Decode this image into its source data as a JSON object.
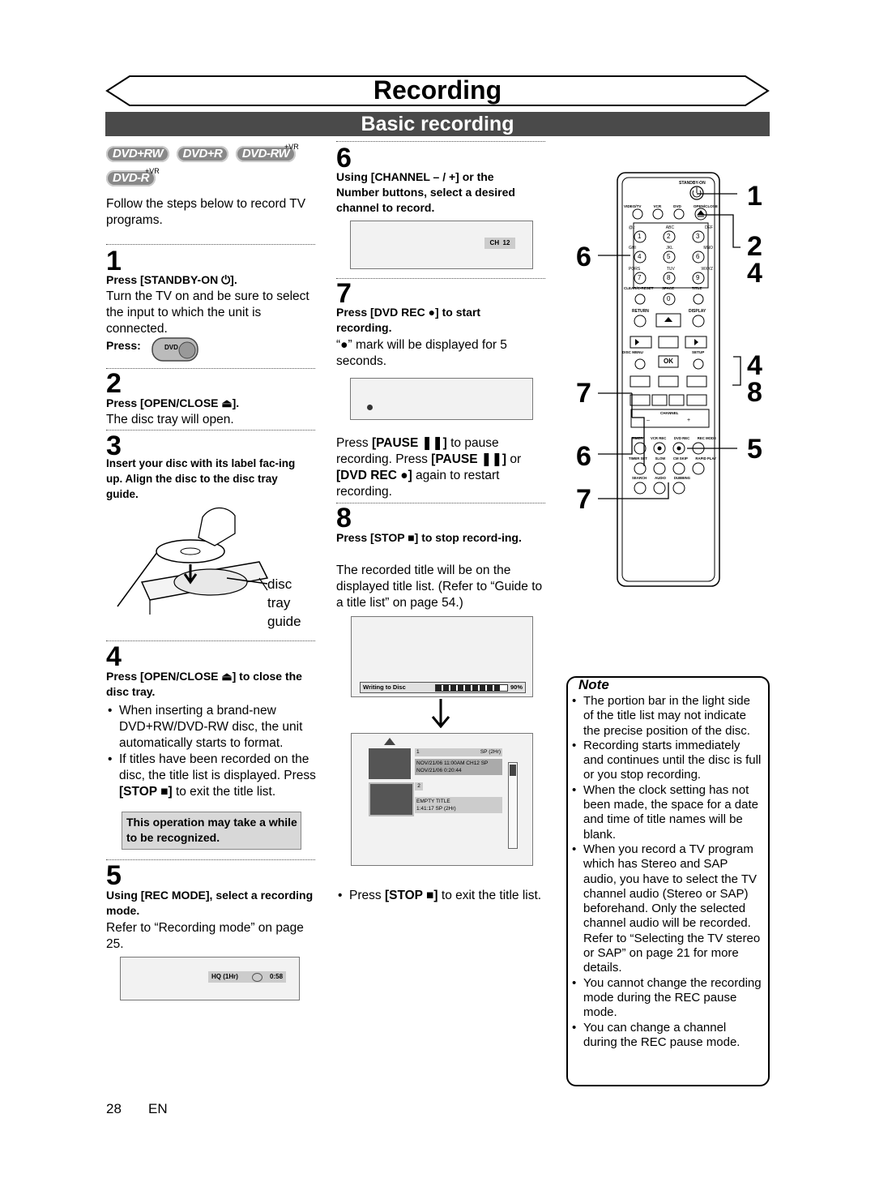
{
  "header": {
    "title": "Recording",
    "subtitle": "Basic recording"
  },
  "disc_badges": [
    "DVD+RW",
    "DVD+R",
    "DVD-RW",
    "DVD-R"
  ],
  "disc_badge_marks": [
    "+VR",
    "+VR"
  ],
  "intro": "Follow the steps below to record TV programs.",
  "steps": {
    "s1": {
      "num": "1",
      "heading": "Press [STANDBY-ON ⏻].",
      "body": "Turn the TV on and be sure to select the input to which the unit is connected.",
      "press_label": "Press:",
      "press_icon_text": "DVD"
    },
    "s2": {
      "num": "2",
      "heading": "Press [OPEN/CLOSE ⏏].",
      "body": "The disc tray will open."
    },
    "s3": {
      "num": "3",
      "heading": "Insert your disc with its label fac-ing up. Align the disc to the disc tray guide.",
      "label_line1": "disc",
      "label_line2": "tray",
      "label_line3": "guide"
    },
    "s4": {
      "num": "4",
      "heading": "Press [OPEN/CLOSE ⏏] to close the disc tray.",
      "bullet1": "When inserting a brand-new DVD+RW/DVD-RW disc, the unit automatically starts to format.",
      "bullet2_a": "If titles have been recorded on the disc, the title list is displayed. Press ",
      "bullet2_b": "[STOP ■]",
      "bullet2_c": " to exit the title list.",
      "box": "This operation may take a while to be recognized."
    },
    "s5": {
      "num": "5",
      "heading": "Using [REC MODE], select a recording mode.",
      "body": "Refer to “Recording mode” on page 25.",
      "osd_mode": "HQ (1Hr)",
      "osd_time": "0:58"
    },
    "s6": {
      "num": "6",
      "heading": "Using [CHANNEL – / +] or the Number buttons, select a desired channel to record.",
      "osd": "CH  12"
    },
    "s7": {
      "num": "7",
      "heading": "Press [DVD REC ●] to start recording.",
      "body": "“●” mark will be displayed for 5 seconds.",
      "pause_a": "Press ",
      "pause_b": "[PAUSE ❚❚]",
      "pause_c": " to pause recording. Press ",
      "pause_d": "[PAUSE ❚❚]",
      "pause_e": " or ",
      "pause_f": "[DVD REC ●]",
      "pause_g": " again to restart recording."
    },
    "s8": {
      "num": "8",
      "heading": "Press [STOP ■] to stop record-ing.",
      "body": "The recorded title will be on the displayed title list. (Refer to “Guide to a title list” on page 54.)",
      "writing_label": "Writing to Disc",
      "writing_pct": "90%",
      "writing_progress": 0.9,
      "stop_a": "Press ",
      "stop_b": "[STOP ■]",
      "stop_c": " to exit the title list."
    }
  },
  "title_list": {
    "t1_num": "1",
    "t1_mode": "SP (2Hr)",
    "t1_line1": "NOV/21/06  11:00AM CH12  SP",
    "t1_line2": "NOV/21/06    0:20:44",
    "t2_num": "2",
    "t2_line1": "EMPTY TITLE",
    "t2_line2": "1:41:17    SP (2Hr)"
  },
  "remote": {
    "standby": "STANDBY-ON",
    "row1": [
      "VIDEO/TV",
      "VCR",
      "DVD",
      "OPEN/CLOSE"
    ],
    "letters1": [
      "@/:",
      "ABC",
      "DEF"
    ],
    "letters2": [
      "GHI",
      "JKL",
      "MNO"
    ],
    "letters3": [
      "PQRS",
      "TUV",
      "WXYZ"
    ],
    "digits": [
      "1",
      "2",
      "3",
      "4",
      "5",
      "6",
      "7",
      "8",
      "9",
      "0"
    ],
    "clear": "CLEAR/C-RESET",
    "space": "SPACE",
    "title": "TITLE",
    "return": "RETURN",
    "display": "DISPLAY",
    "ok": "OK",
    "disc_menu": "DISC MENU",
    "setup": "SETUP",
    "channel": "CHANNEL",
    "ch_minus": "–",
    "ch_plus": "+",
    "row_a": [
      "TIMER",
      "VCR REC",
      "DVD REC",
      "REC MODE"
    ],
    "row_b": [
      "TIMER SET",
      "SLOW",
      "CM SKIP",
      "RAPID PLAY"
    ],
    "row_c": [
      "SEARCH",
      "AUDIO",
      "DUBBING"
    ]
  },
  "callouts": {
    "c1": "1",
    "c2": "2",
    "c4a": "4",
    "c4b": "4",
    "c8": "8",
    "c5": "5",
    "c6a": "6",
    "c7a": "7",
    "c6b": "6",
    "c7b": "7"
  },
  "note": {
    "title": "Note",
    "items": [
      "The portion bar in the light side of the title list may not indicate the precise position of the disc.",
      "Recording starts immediately and continues until the disc is full or you stop recording.",
      "When the clock setting has not been made, the space for a date and time of title names will be blank.",
      "When you record a TV program which has Stereo and SAP audio, you have to select the TV channel audio (Stereo or SAP) beforehand. Only the selected channel audio will be recorded. Refer to “Selecting the TV stereo or SAP” on page 21 for more details.",
      "You cannot change the recording mode during the REC pause mode.",
      "You can change a channel during the REC pause mode."
    ]
  },
  "footer": {
    "page": "28",
    "lang": "EN"
  }
}
